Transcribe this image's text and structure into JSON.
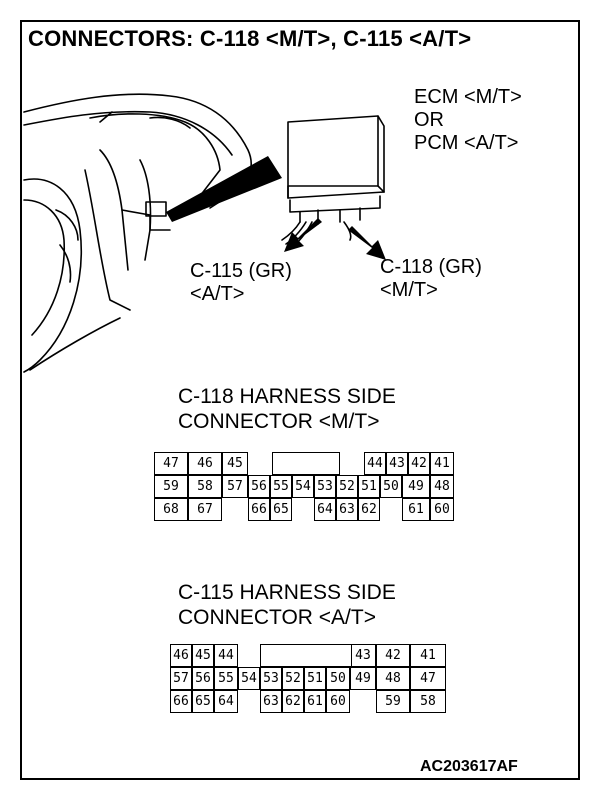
{
  "title": "CONNECTORS: C-118 <M/T>, C-115 <A/T>",
  "illustration": {
    "ecm_line1": "ECM <M/T>",
    "ecm_line2": "OR",
    "ecm_line3": "PCM <A/T>",
    "c115_line1": "C-115 (GR)",
    "c115_line2": "<A/T>",
    "c118_line1": "C-118 (GR)",
    "c118_line2": "<M/T>"
  },
  "connector_c118": {
    "heading_line1": "C-118 HARNESS SIDE",
    "heading_line2": "CONNECTOR <M/T>",
    "rows": [
      [
        "47",
        "46",
        "45",
        "",
        "",
        "",
        "",
        "",
        "",
        "44",
        "43",
        "42",
        "41"
      ],
      [
        "59",
        "58",
        "57",
        "56",
        "55",
        "54",
        "53",
        "52",
        "51",
        "50",
        "49",
        "48"
      ],
      [
        "68",
        "67",
        "",
        "66",
        "65",
        "",
        "64",
        "63",
        "62",
        "",
        "61",
        "60"
      ]
    ]
  },
  "connector_c115": {
    "heading_line1": "C-115 HARNESS SIDE",
    "heading_line2": "CONNECTOR <A/T>",
    "rows": [
      [
        "46",
        "45",
        "44",
        "",
        "",
        "",
        "",
        "",
        "43",
        "42",
        "41"
      ],
      [
        "57",
        "56",
        "55",
        "54",
        "53",
        "52",
        "51",
        "50",
        "49",
        "48",
        "47"
      ],
      [
        "66",
        "65",
        "64",
        "",
        "63",
        "62",
        "61",
        "60",
        "",
        "59",
        "58"
      ]
    ]
  },
  "figure_code": "AC203617AF"
}
